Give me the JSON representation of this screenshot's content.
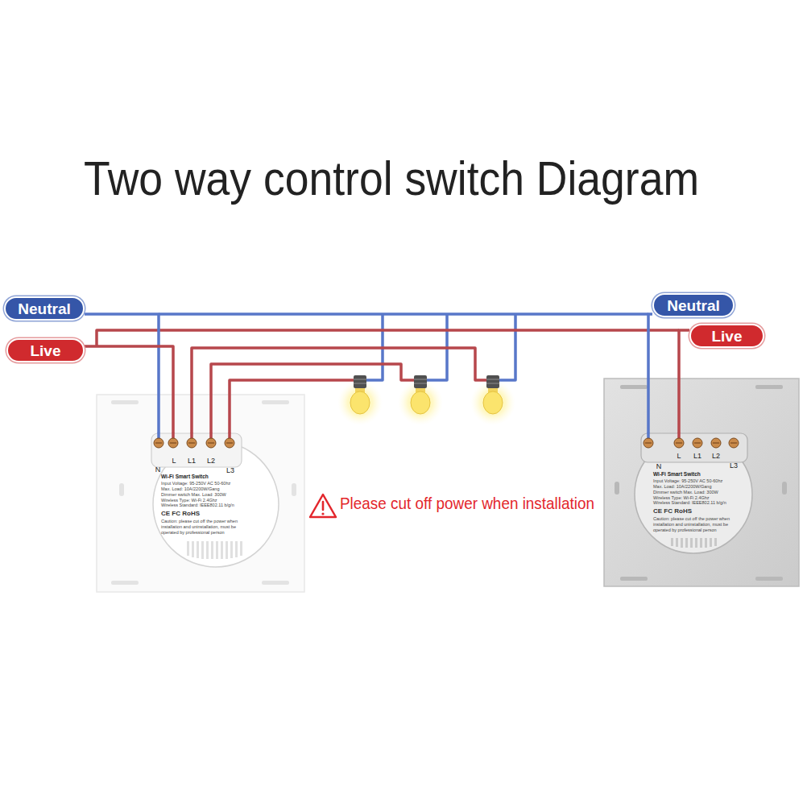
{
  "diagram": {
    "title": "Two way control switch Diagram",
    "nodes": [
      {
        "text": [
          "Neutral"
        ]
      },
      {
        "text": [
          "Live"
        ]
      },
      {
        "text": [
          "Neutral"
        ]
      },
      {
        "text": [
          "Live"
        ]
      },
      {
        "text": [
          "Wi-Fi Smart Switch",
          "Input Voltage: 95-250V AC 50-60hz",
          "Max. Load: 10A/2200W/Gang",
          "Dimmer switch Max. Load: 300W",
          "Wireless Type: Wi-Fi 2.4Ghz",
          "Wireless Standard: IEEE802.11 b/g/n",
          "CE FC RoHS",
          "Caution: please cut off the power when installation and uninstallation, must be operated by professional person"
        ]
      },
      {
        "text": [
          "Wi-Fi Smart Switch",
          "Input Voltage: 95-250V AC 50-60hz",
          "Max. Load: 10A/2200W/Gang",
          "Dimmer switch Max. Load: 300W",
          "Wireless Type: Wi-Fi 2.4Ghz",
          "Wireless Standard: IEEE802.11 b/g/n",
          "CE FC RoHS",
          "Caution: please cut off the power when installation and uninstallation, must be operated by professional person"
        ]
      }
    ],
    "edges": [
      {
        "from": 0,
        "to": 4,
        "arrow": "none"
      },
      {
        "from": 1,
        "to": 4,
        "arrow": "none"
      },
      {
        "from": 2,
        "to": 5,
        "arrow": "none"
      },
      {
        "from": 3,
        "to": 5,
        "arrow": "none"
      }
    ],
    "labels": [
      "N",
      "L",
      "L1",
      "L2",
      "L3",
      "N",
      "L",
      "L1",
      "L2",
      "L3",
      "Please cut off power when installation"
    ]
  }
}
